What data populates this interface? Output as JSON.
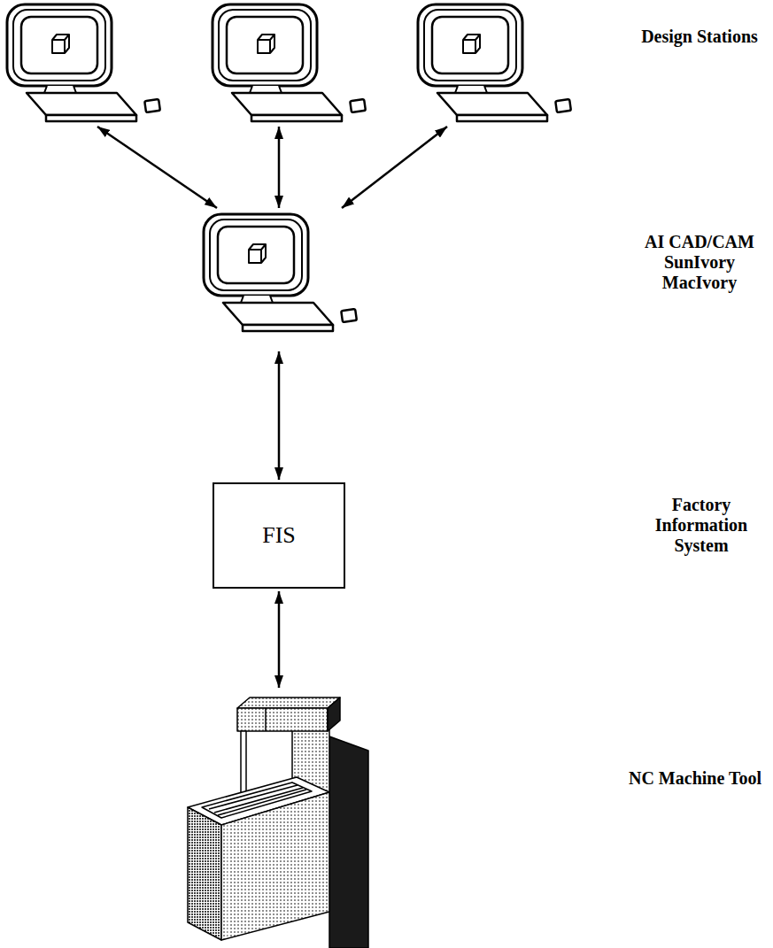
{
  "diagram": {
    "nodes": [
      {
        "text": [
          "Design Stations"
        ]
      },
      {
        "text": [
          "AI CAD/CAM SunIvory MacIvory"
        ]
      },
      {
        "text": [
          "FIS",
          "Factory Information System"
        ]
      },
      {
        "text": [
          "NC Machine Tool"
        ]
      }
    ],
    "edges": [
      {
        "from": 0,
        "to": 1,
        "arrow": "both"
      },
      {
        "from": 0,
        "to": 1,
        "arrow": "both"
      },
      {
        "from": 0,
        "to": 1,
        "arrow": "both"
      },
      {
        "from": 1,
        "to": 2,
        "arrow": "both"
      },
      {
        "from": 2,
        "to": 3,
        "arrow": "both"
      }
    ]
  }
}
